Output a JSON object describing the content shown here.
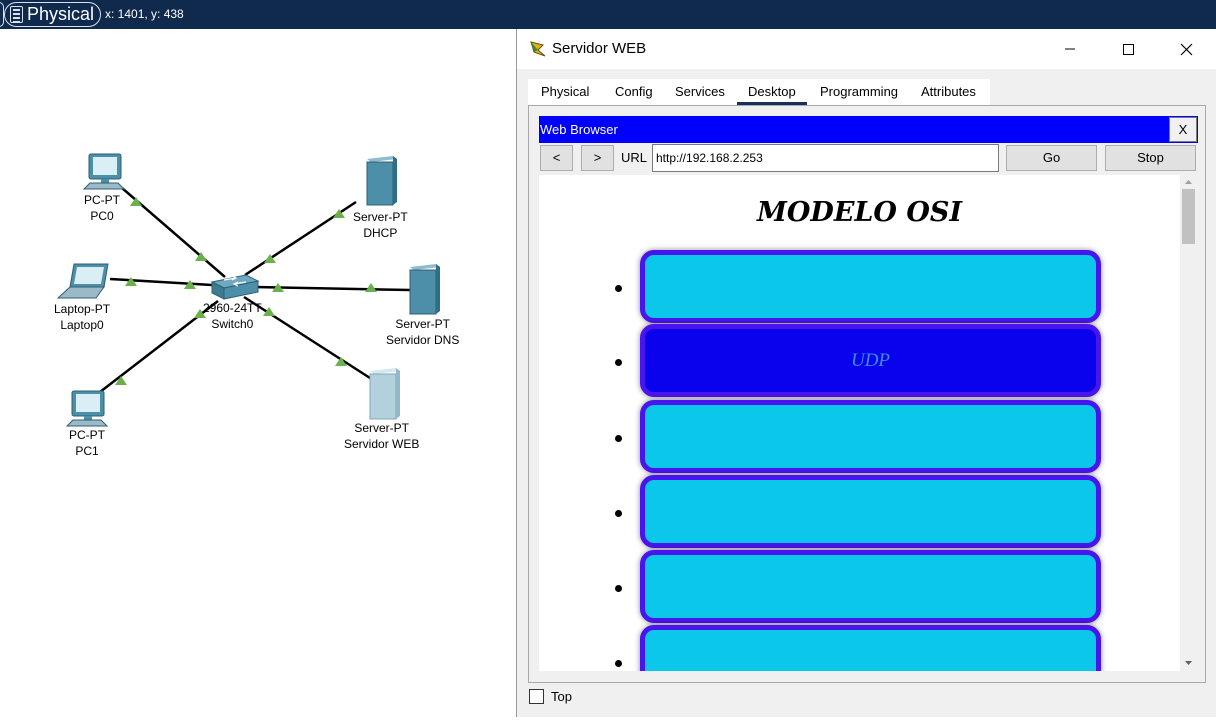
{
  "toolbar": {
    "mode_label": "Physical",
    "coordinates": "x: 1401, y: 438"
  },
  "topology": {
    "nodes": [
      {
        "id": "pc0",
        "type": "PC-PT",
        "name": "PC0"
      },
      {
        "id": "laptop0",
        "type": "Laptop-PT",
        "name": "Laptop0"
      },
      {
        "id": "pc1",
        "type": "PC-PT",
        "name": "PC1"
      },
      {
        "id": "switch0",
        "type": "2960-24TT",
        "name": "Switch0"
      },
      {
        "id": "dhcp",
        "type": "Server-PT",
        "name": "DHCP"
      },
      {
        "id": "dns",
        "type": "Server-PT",
        "name": "Servidor DNS"
      },
      {
        "id": "web",
        "type": "Server-PT",
        "name": "Servidor WEB"
      }
    ],
    "link_color": "#000000",
    "link_status_color": "#6ab04c"
  },
  "dialog": {
    "title": "Servidor WEB",
    "tabs": [
      "Physical",
      "Config",
      "Services",
      "Desktop",
      "Programming",
      "Attributes"
    ],
    "active_tab": "Desktop",
    "always_on_top_label": "Top",
    "always_on_top_checked": false
  },
  "browser": {
    "title": "Web Browser",
    "close_label": "X",
    "back_label": "<",
    "forward_label": ">",
    "url_label": "URL",
    "url": "http://192.168.2.253",
    "go_label": "Go",
    "stop_label": "Stop",
    "title_bar_color": "#0000ff"
  },
  "page": {
    "heading": "MODELO OSI",
    "layers": [
      {
        "label": "",
        "hovered": false
      },
      {
        "label": "UDP",
        "hovered": true
      },
      {
        "label": "",
        "hovered": false
      },
      {
        "label": "",
        "hovered": false
      },
      {
        "label": "",
        "hovered": false
      },
      {
        "label": "",
        "hovered": false
      }
    ],
    "layer_color": "#0bc7ea",
    "layer_hover_color": "#0a02ec",
    "layer_border_color": "#4a14ee"
  }
}
